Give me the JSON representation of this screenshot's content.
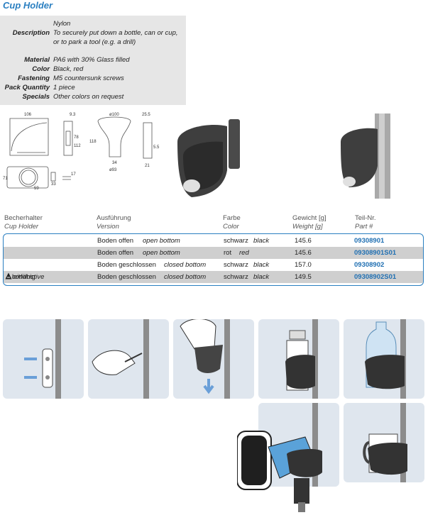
{
  "title": "Cup Holder",
  "specs": [
    {
      "key": "",
      "value": "Nylon"
    },
    {
      "key": "Description",
      "value": "To securely put down a bottle, can or cup,"
    },
    {
      "key": "",
      "value": "or to park a tool (e.g. a drill)"
    },
    {
      "key": "Material",
      "value": "PA6 with 30% Glass filled"
    },
    {
      "key": "Color",
      "value": "Black, red"
    },
    {
      "key": "Fastening",
      "value": "M5 countersunk screws"
    },
    {
      "key": "Pack Quantity",
      "value": "1 piece"
    },
    {
      "key": "Specials",
      "value": "Other colors on request"
    }
  ],
  "drawing_dims": {
    "d106": "106",
    "d93": "9.3",
    "d100": "ø100",
    "d255": "25.5",
    "d78": "78",
    "d112": "112",
    "d118": "118",
    "d55": "5.5",
    "d34": "34",
    "d93b": "ø93",
    "d21": "21",
    "d71": "71",
    "d33": "33",
    "d59": "59",
    "d17": "17"
  },
  "table": {
    "headers": [
      {
        "de": "Becherhalter",
        "en": "Cup Holder"
      },
      {
        "de": "Ausführung",
        "en": "Version"
      },
      {
        "de": "Farbe",
        "en": "Color"
      },
      {
        "de": "Gewicht [g]",
        "en": "Weight [g]"
      },
      {
        "de": "Teil-Nr.",
        "en": "Part #"
      }
    ],
    "rows": [
      {
        "name_de": "",
        "name_en": "",
        "version_de": "Boden offen",
        "version_en": "open bottom",
        "color_de": "schwarz",
        "color_en": "black",
        "weight": "145.6",
        "part": "09308901"
      },
      {
        "name_de": "",
        "name_en": "",
        "version_de": "Boden offen",
        "version_en": "open bottom",
        "color_de": "rot",
        "color_en": "red",
        "weight": "145.6",
        "part": "09308901S01"
      },
      {
        "name_de": "",
        "name_en": "",
        "version_de": "Boden geschlossen",
        "version_en": "closed bottom",
        "color_de": "schwarz",
        "color_en": "black",
        "weight": "157.0",
        "part": "09308902"
      },
      {
        "name_de": "leitfähig",
        "name_en": "conductive",
        "version_de": "Boden geschlossen",
        "version_en": "closed bottom",
        "color_de": "schwarz",
        "color_en": "black",
        "weight": "149.5",
        "part": "09308902S01"
      }
    ]
  },
  "colors": {
    "accent": "#2a7fc1",
    "part_number": "#1f6fb2",
    "panel": "#dfe6ee"
  }
}
